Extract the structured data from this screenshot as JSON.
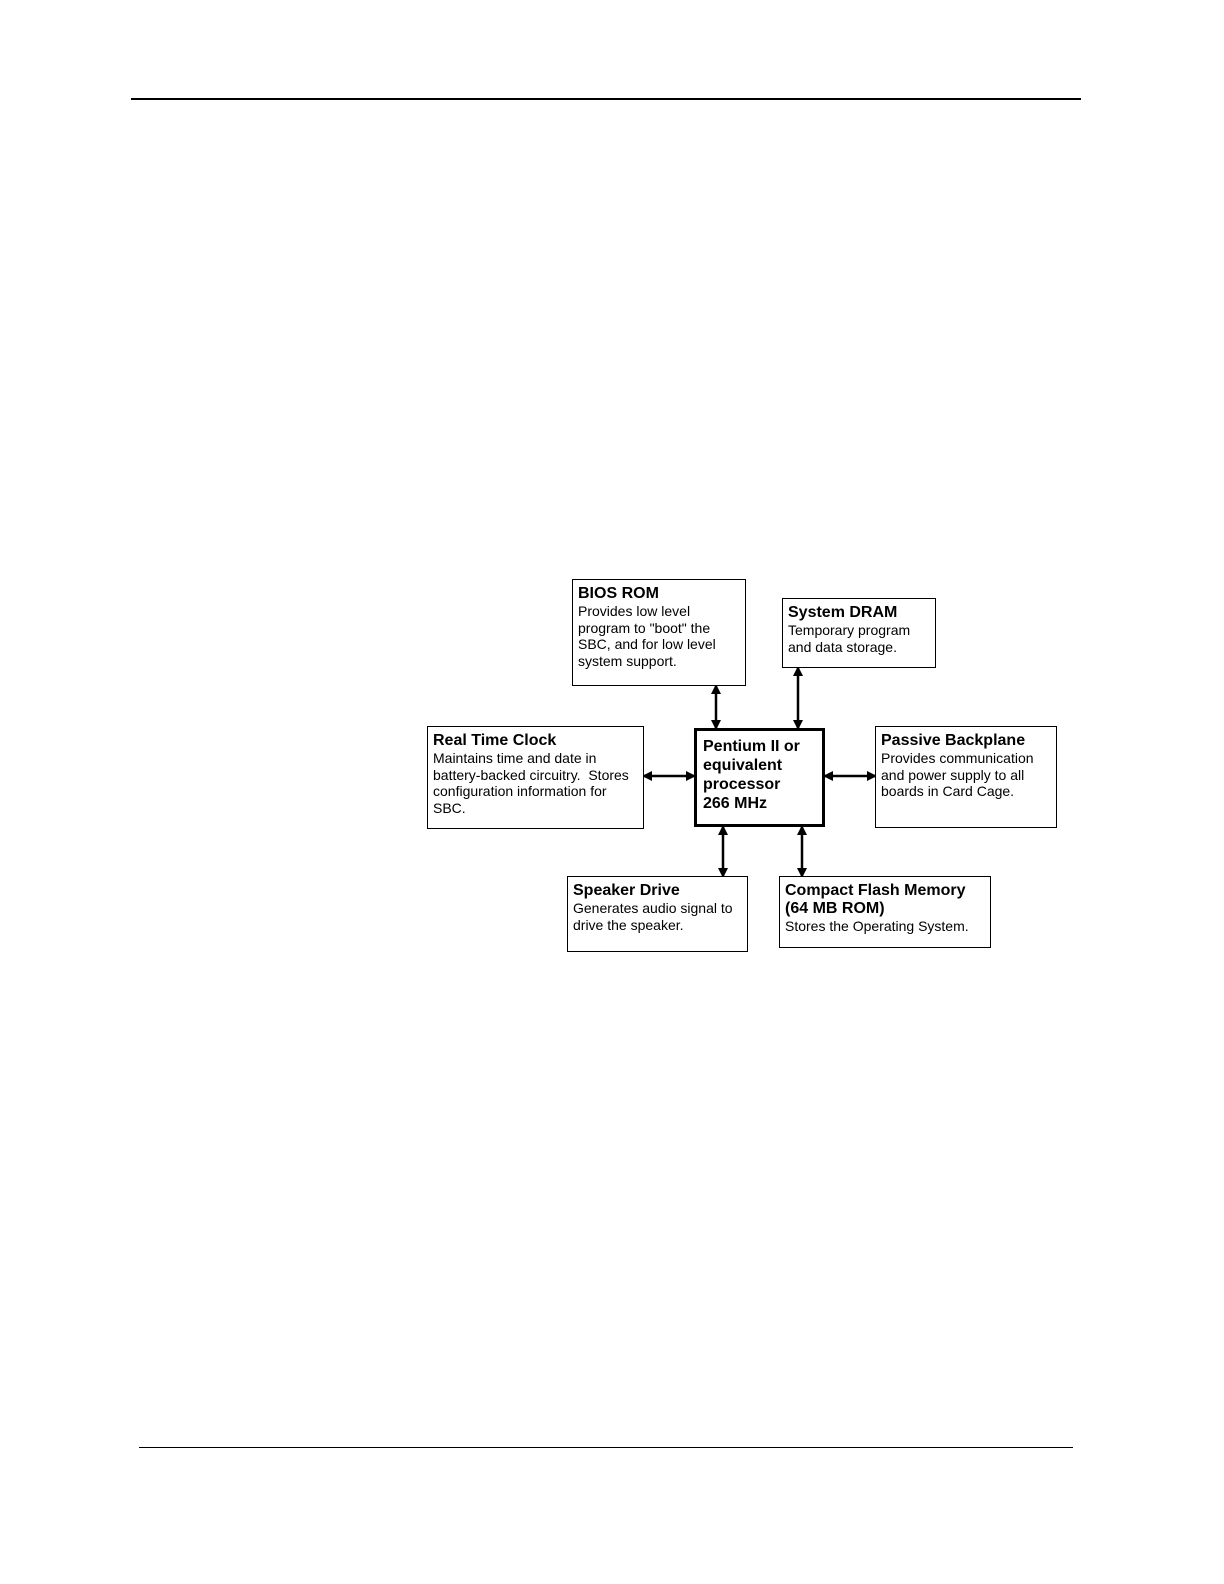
{
  "diagram": {
    "processor": {
      "lines": [
        "Pentium II or",
        "equivalent",
        "processor",
        "266 MHz"
      ]
    },
    "blocks": {
      "bios_rom": {
        "title": "BIOS ROM",
        "lines": [
          "Provides low level",
          "program to \"boot\" the",
          "SBC, and for low level",
          "system support."
        ]
      },
      "system_dram": {
        "title": "System DRAM",
        "lines": [
          "Temporary program",
          "and data storage."
        ]
      },
      "real_time_clock": {
        "title": "Real Time Clock",
        "lines": [
          "Maintains time and date in",
          "battery-backed circuitry.  Stores",
          "configuration information for",
          "SBC."
        ]
      },
      "passive_backplane": {
        "title": "Passive Backplane",
        "lines": [
          "Provides communication",
          "and power supply to all",
          "boards in Card Cage."
        ]
      },
      "speaker_drive": {
        "title": "Speaker Drive",
        "lines": [
          "Generates audio signal to",
          "drive the speaker."
        ]
      },
      "compact_flash": {
        "title_lines": [
          "Compact Flash Memory",
          "(64 MB ROM)"
        ],
        "lines": [
          "Stores the Operating System."
        ]
      }
    }
  }
}
